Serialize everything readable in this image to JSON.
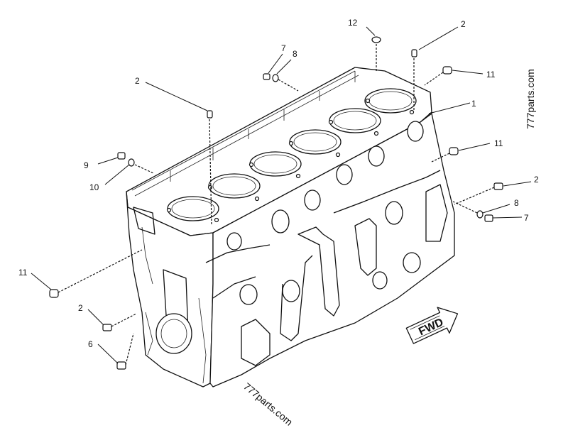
{
  "callouts": {
    "c12": "12",
    "c2a": "2",
    "c7a": "7",
    "c8a": "8",
    "c11a": "11",
    "c2b": "2",
    "c1": "1",
    "c11b": "11",
    "c9": "9",
    "c10": "10",
    "c2c": "2",
    "c8b": "8",
    "c7b": "7",
    "c11c": "11",
    "c2d": "2",
    "c6": "6"
  },
  "fwd_label": "FWD",
  "watermarks": {
    "side": "777parts.com",
    "bottom": "777parts.com"
  }
}
